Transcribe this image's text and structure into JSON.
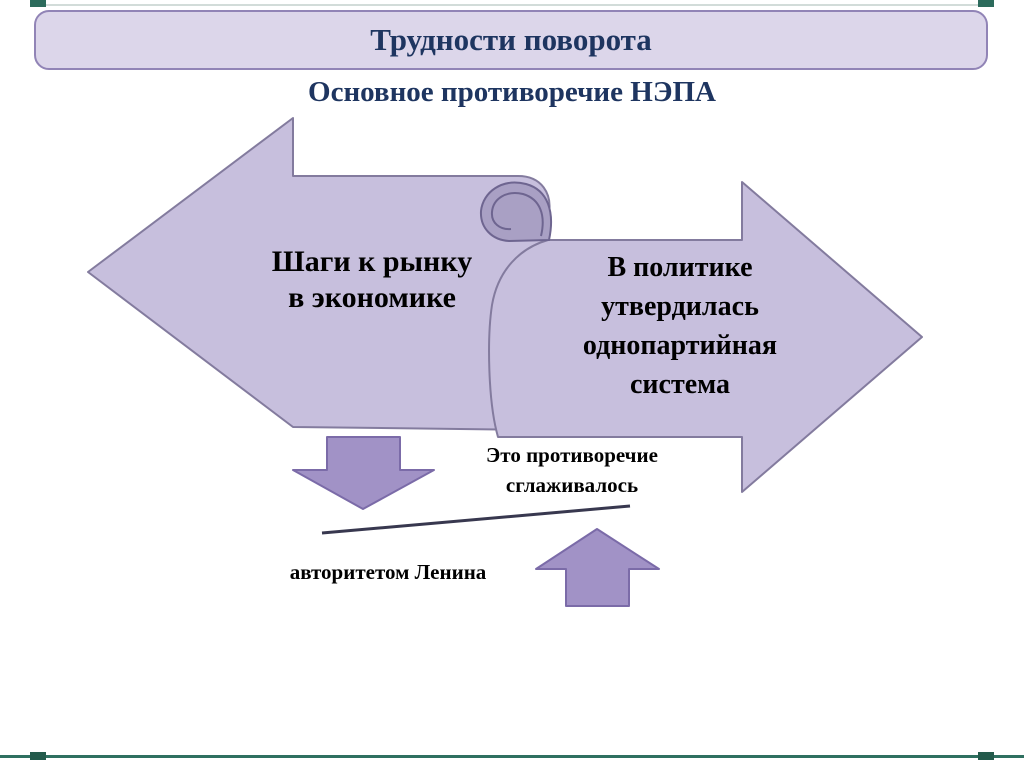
{
  "slide": {
    "title": "Трудности поворота",
    "subtitle": "Основное противоречие НЭПА"
  },
  "diagram": {
    "left_arrow_label": "Шаги к рынку\nв экономике",
    "right_arrow_label": "В политике\nутвердилась\nоднопартийная\nсистема",
    "contradiction_note": "Это противоречие\nсглаживалось",
    "lenin_note": "авторитетом Ленина"
  },
  "colors": {
    "big_arrow_fill": "#c7bfdd",
    "big_arrow_border": "#837b9e",
    "small_arrow_fill": "#a192c6",
    "small_arrow_border": "#7b6ba8",
    "scroll_curl_fill": "#a9a0c4",
    "title_box_fill": "#dcd6ea",
    "title_box_border": "#9184b6",
    "heading_text": "#1e3560",
    "body_text": "#000000",
    "bottom_rule": "#2f7060"
  }
}
